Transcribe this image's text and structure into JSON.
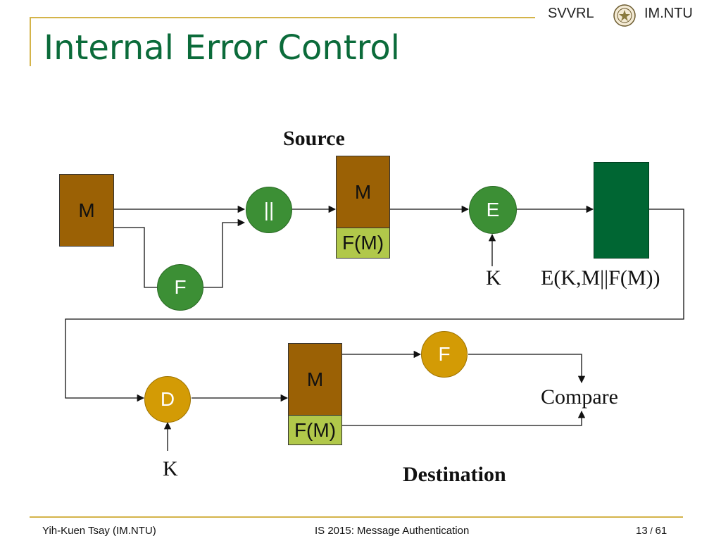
{
  "header": {
    "brand_left": "SVVRL",
    "brand_right": "IM.NTU",
    "seal_icon": "ntu-seal-icon"
  },
  "slide": {
    "title": "Internal Error Control"
  },
  "diagram": {
    "source_label": "Source",
    "destination_label": "Destination",
    "src_message": "M",
    "src_hash_node": "F",
    "concat_node": "||",
    "concat_top": "M",
    "concat_bottom": "F(M)",
    "encrypt_node": "E",
    "key_top": "K",
    "cipher_label": "E(K,M||F(M))",
    "decrypt_node": "D",
    "key_bottom": "K",
    "dst_top": "M",
    "dst_bottom": "F(M)",
    "dst_hash_node": "F",
    "compare_label": "Compare",
    "colors": {
      "brown": "#9b6105",
      "lime": "#b1c84a",
      "dark_green": "#006633",
      "green": "#3c8f35",
      "orange": "#d39b05"
    }
  },
  "footer": {
    "author": "Yih-Kuen Tsay (IM.NTU)",
    "course": "IS 2015: Message Authentication",
    "page": "13",
    "total": "61"
  }
}
